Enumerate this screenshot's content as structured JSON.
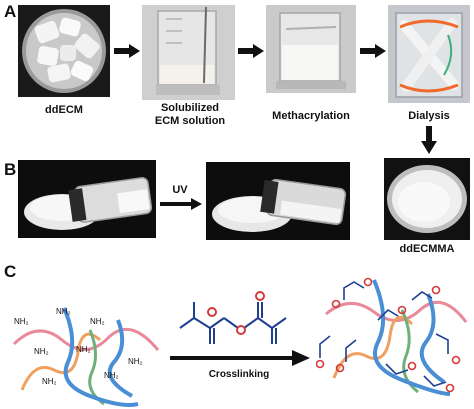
{
  "figure": {
    "panel_a": {
      "letter": "A",
      "steps": [
        {
          "label_lines": [
            "ddECM"
          ]
        },
        {
          "label_lines": [
            "Solubilized",
            "ECM solution"
          ]
        },
        {
          "label_lines": [
            "Methacrylation"
          ]
        },
        {
          "label_lines": [
            "Dialysis"
          ]
        }
      ]
    },
    "panel_b": {
      "letter": "B",
      "arrow_label": "UV",
      "product_label": "ddECMMA"
    },
    "panel_c": {
      "letter": "C",
      "amine_labels": [
        "NH₂",
        "NH₂",
        "NH₂",
        "NH₂",
        "NH₂",
        "NH₂",
        "NH₂",
        "NH₂"
      ],
      "arrow_label": "Crosslinking"
    }
  },
  "colors": {
    "text": "#111111",
    "arrow": "#111111",
    "molecule_blue": "#1f3f8f",
    "oxygen_red": "#d43a3a",
    "chain_blue": "#4a8fd6",
    "chain_pink": "#e88a9a",
    "chain_orange": "#f0a060",
    "chain_green": "#6fb07a",
    "tube_orange": "#f06a2a"
  }
}
